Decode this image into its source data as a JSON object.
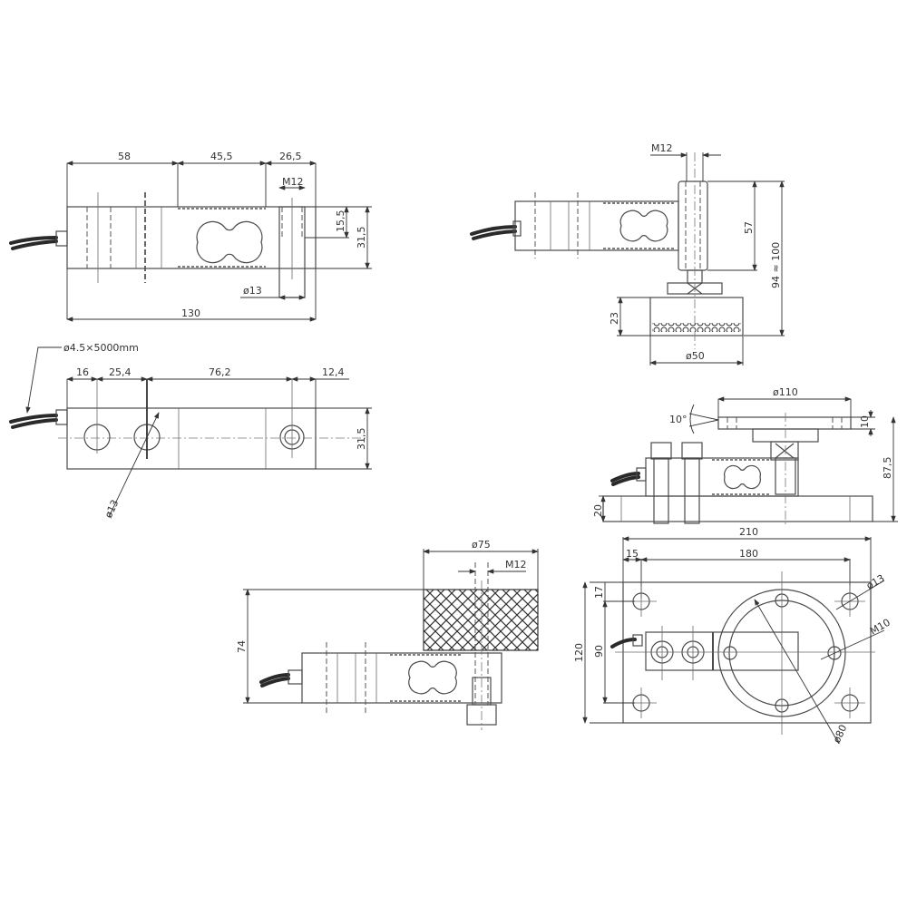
{
  "drawing": {
    "title": "Single point load cell dimensional drawing",
    "views": {
      "top_side": {
        "dims": {
          "d58": "58",
          "d45_5": "45,5",
          "d26_5": "26,5",
          "m12": "M12",
          "d15_5": "15,5",
          "d31_5": "31,5",
          "d13": "ø13",
          "d130": "130"
        }
      },
      "top_plan": {
        "dims": {
          "cable": "ø4.5×5000mm",
          "d16": "16",
          "d25_4": "25,4",
          "d76_2": "76,2",
          "d12_4": "12,4",
          "d31_5": "31,5",
          "d13": "ø13"
        }
      },
      "foot_mount": {
        "dims": {
          "m12": "M12",
          "d57": "57",
          "d94_100": "94 ≈ 100",
          "d23": "23",
          "d50": "ø50"
        }
      },
      "module_side": {
        "dims": {
          "d110": "ø110",
          "angle": "10°",
          "d10": "10",
          "d87_5": "87,5",
          "d20": "20",
          "d210": "210"
        }
      },
      "module_plan": {
        "dims": {
          "d15": "15",
          "d180": "180",
          "d13": "ø13",
          "m10": "M10",
          "d17": "17",
          "d90": "90",
          "d120": "120",
          "d80": "ø80"
        }
      },
      "pad_mount": {
        "dims": {
          "d75": "ø75",
          "m12": "M12",
          "d74": "74"
        }
      }
    }
  }
}
